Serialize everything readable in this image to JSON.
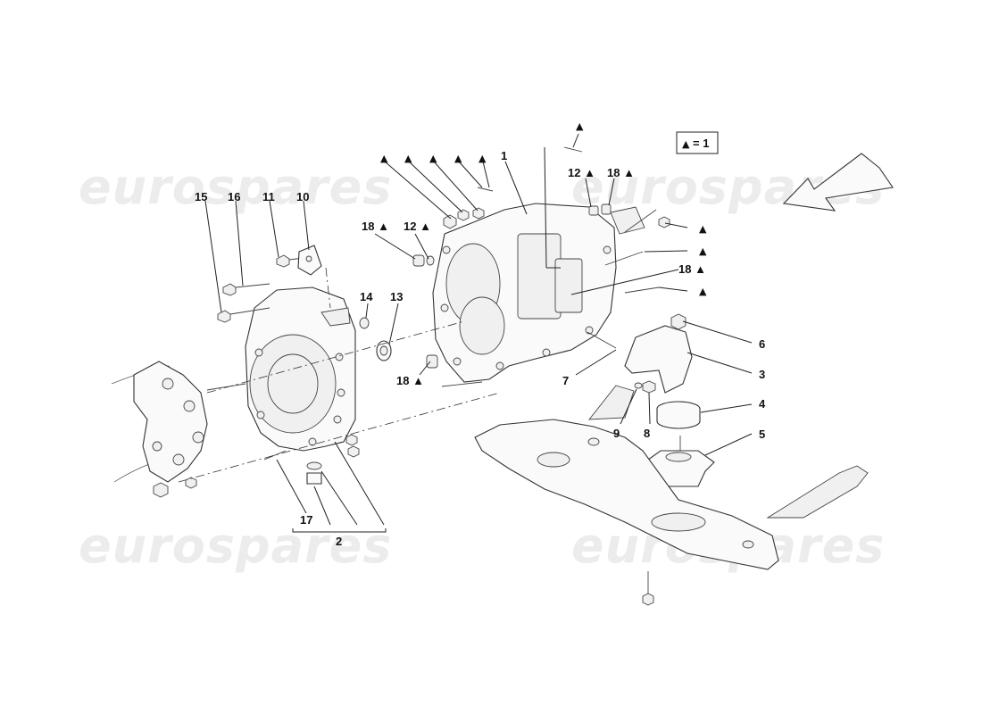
{
  "watermark": "eurospares",
  "legend": {
    "symbol": "▲",
    "text": "= 1"
  },
  "callouts": {
    "c1": "1",
    "c2": "2",
    "c3": "3",
    "c4": "4",
    "c5": "5",
    "c6": "6",
    "c7": "7",
    "c8": "8",
    "c9": "9",
    "c10": "10",
    "c11": "11",
    "c13": "13",
    "c14": "14",
    "c15": "15",
    "c16": "16",
    "c17": "17",
    "c12a": "12 ▲",
    "c12b": "12 ▲",
    "c18a": "18 ▲",
    "c18b": "18 ▲",
    "c18c": "18 ▲",
    "c18d": "18 ▲",
    "t1": "▲",
    "t2": "▲",
    "t3": "▲",
    "t4": "▲",
    "t5": "▲",
    "t6": "▲",
    "t7": "▲",
    "t8": "▲",
    "t9": "▲"
  }
}
